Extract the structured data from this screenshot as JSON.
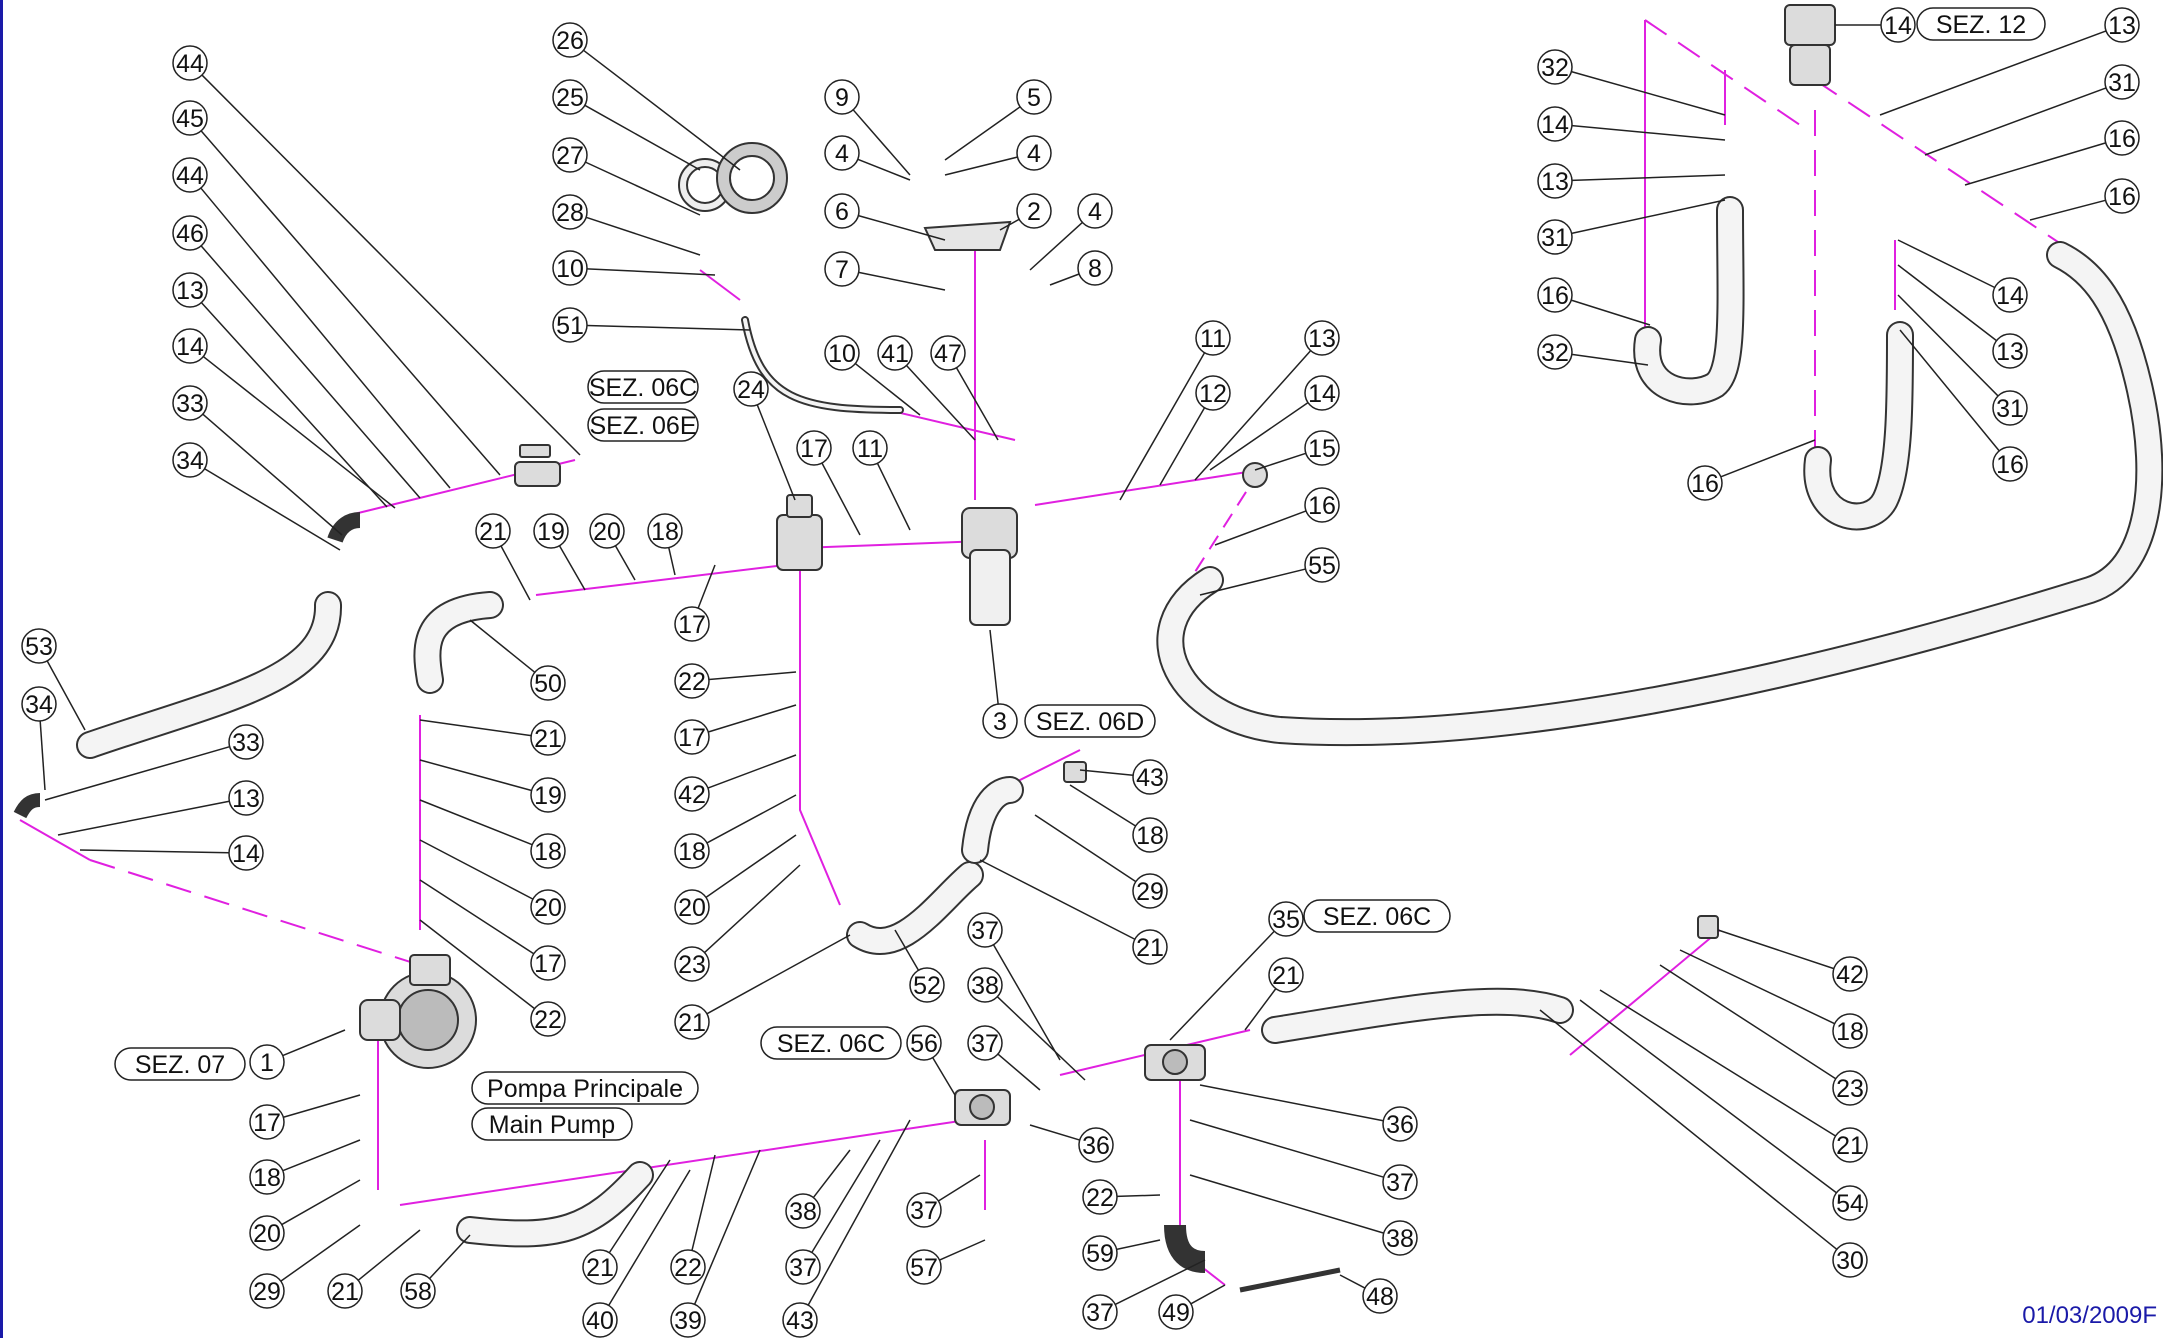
{
  "colors": {
    "assembly_line": "#e020e0",
    "leader": "#222222",
    "part_stroke": "#333333",
    "hose_fill": "#f4f4f4",
    "date": "#1a1aa8",
    "frame_edge": "#1a1aa8"
  },
  "callouts": [
    "44",
    "45",
    "44",
    "46",
    "13",
    "14",
    "33",
    "34",
    "53",
    "34",
    "33",
    "13",
    "14",
    "26",
    "25",
    "27",
    "28",
    "10",
    "51",
    "9",
    "4",
    "6",
    "7",
    "5",
    "4",
    "2",
    "4",
    "8",
    "24",
    "10",
    "41",
    "47",
    "17",
    "11",
    "21",
    "19",
    "20",
    "18",
    "17",
    "22",
    "17",
    "42",
    "18",
    "20",
    "23",
    "21",
    "50",
    "21",
    "19",
    "18",
    "20",
    "17",
    "22",
    "11",
    "12",
    "13",
    "14",
    "15",
    "16",
    "55",
    "3",
    "43",
    "18",
    "29",
    "21",
    "52",
    "1",
    "17",
    "18",
    "20",
    "29",
    "21",
    "58",
    "37",
    "38",
    "37",
    "56",
    "36",
    "37",
    "57",
    "35",
    "21",
    "36",
    "37",
    "22",
    "38",
    "59",
    "37",
    "49",
    "48",
    "21",
    "22",
    "38",
    "37",
    "40",
    "39",
    "43",
    "42",
    "18",
    "23",
    "21",
    "54",
    "30",
    "14",
    "13",
    "31",
    "16",
    "16",
    "32",
    "14",
    "13",
    "31",
    "16",
    "32",
    "14",
    "13",
    "31",
    "16",
    "16"
  ],
  "badges": [
    "SEZ. 06C",
    "SEZ. 06E",
    "SEZ. 06D",
    "SEZ. 07",
    "Pompa Principale",
    "Main Pump",
    "SEZ. 06C",
    "SEZ. 06C",
    "SEZ. 12"
  ],
  "date": "01/03/2009F"
}
